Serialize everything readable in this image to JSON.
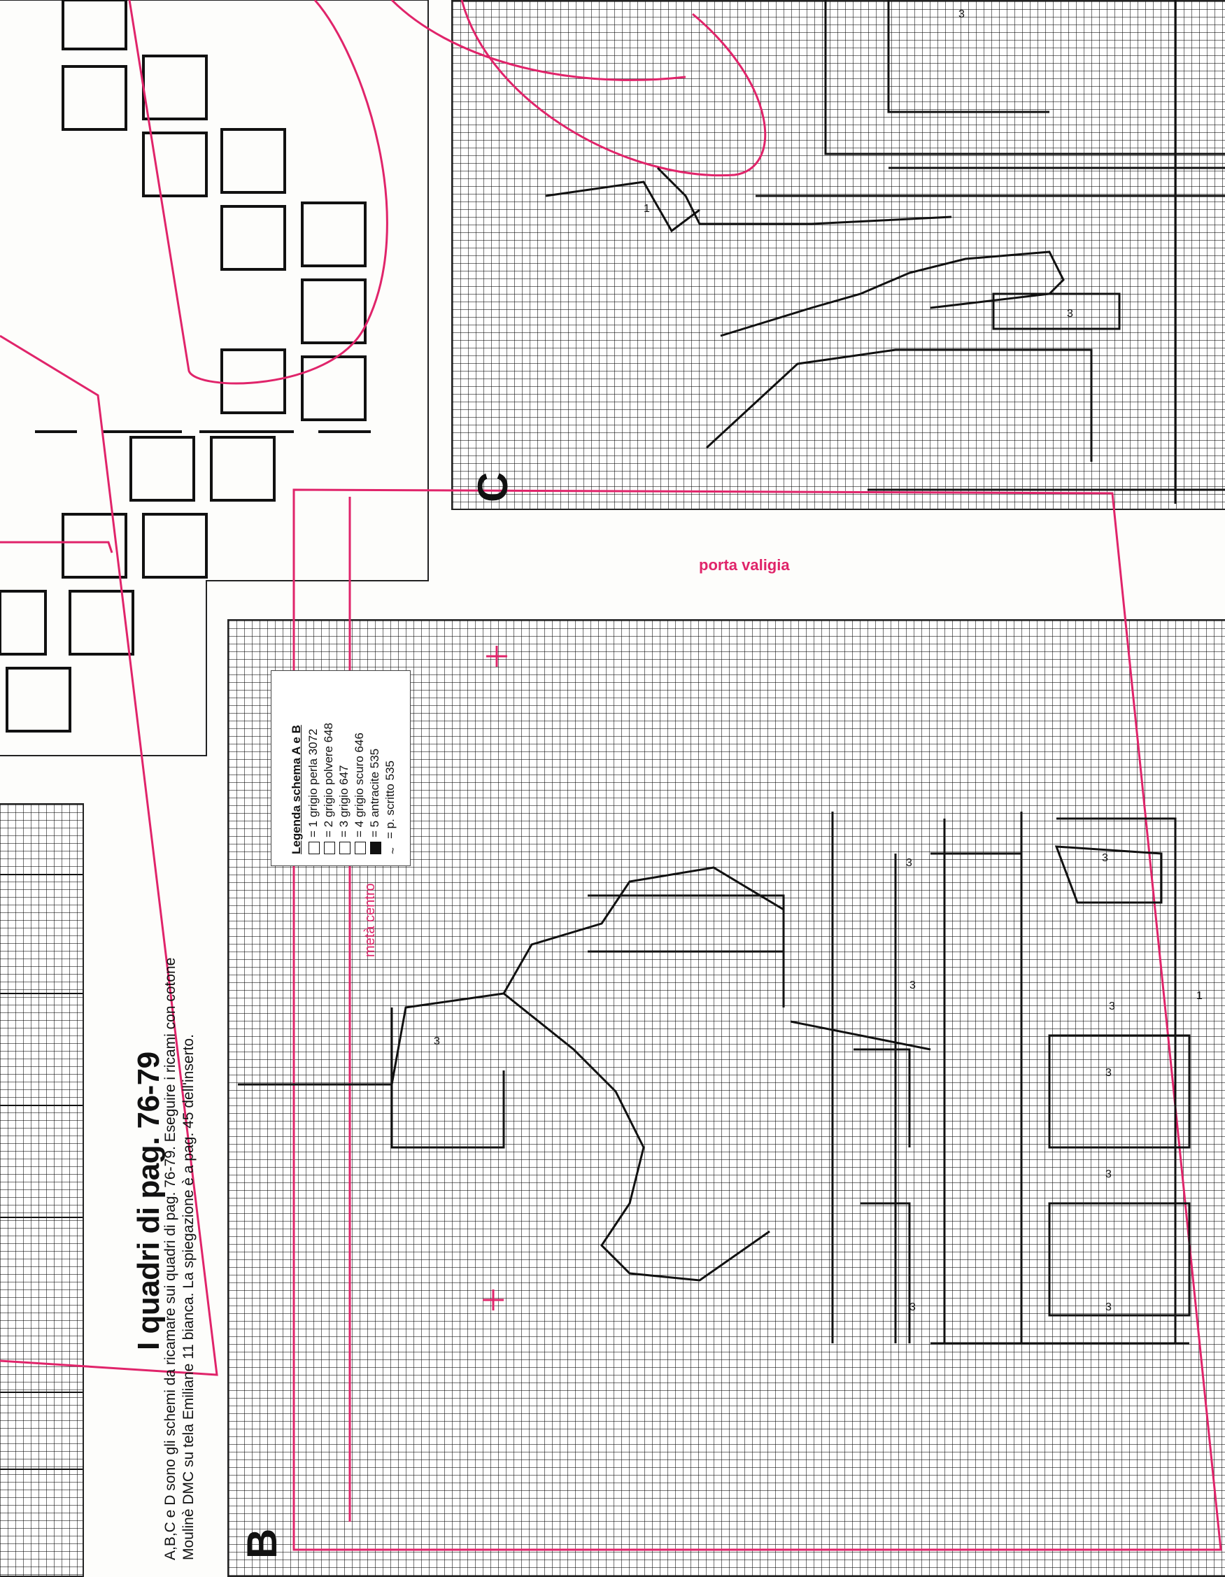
{
  "heading": {
    "title": "I quadri di pag. 76-79",
    "description_line1": "A,B,C e D sono gli schemi da ricamare sui quadri di pag. 76-79. Eseguire i ricami con cotone",
    "description_line2": "Moulinè DMC su tela Emiliane 11 bianca. La spiegazione è a pag. 45 dell'inserto."
  },
  "legend": {
    "title": "Legenda schema A e B",
    "items": [
      {
        "symbol": "dash-box-icon",
        "text": "= 1 grigio perla 3072"
      },
      {
        "symbol": "x-box-icon",
        "text": "= 2 grigio polvere 648"
      },
      {
        "symbol": "star-box-icon",
        "text": "= 3 grigio 647"
      },
      {
        "symbol": "v-box-icon",
        "text": "= 4 grigio scuro 646"
      },
      {
        "symbol": "triangle-box-icon",
        "text": "= 5 antracite 535"
      },
      {
        "symbol": "wave-icon",
        "text": "= p. scritto 535"
      }
    ]
  },
  "scheme_letters": {
    "b": "B",
    "c": "C"
  },
  "annotations": {
    "porta_valigia": "porta valigia",
    "meta_centro": "metà centro",
    "cell_number": "3",
    "cell_number_one": "1"
  },
  "colors": {
    "accent_pink": "#e0246a",
    "ink": "#111111",
    "paper": "#fdfdfb"
  }
}
